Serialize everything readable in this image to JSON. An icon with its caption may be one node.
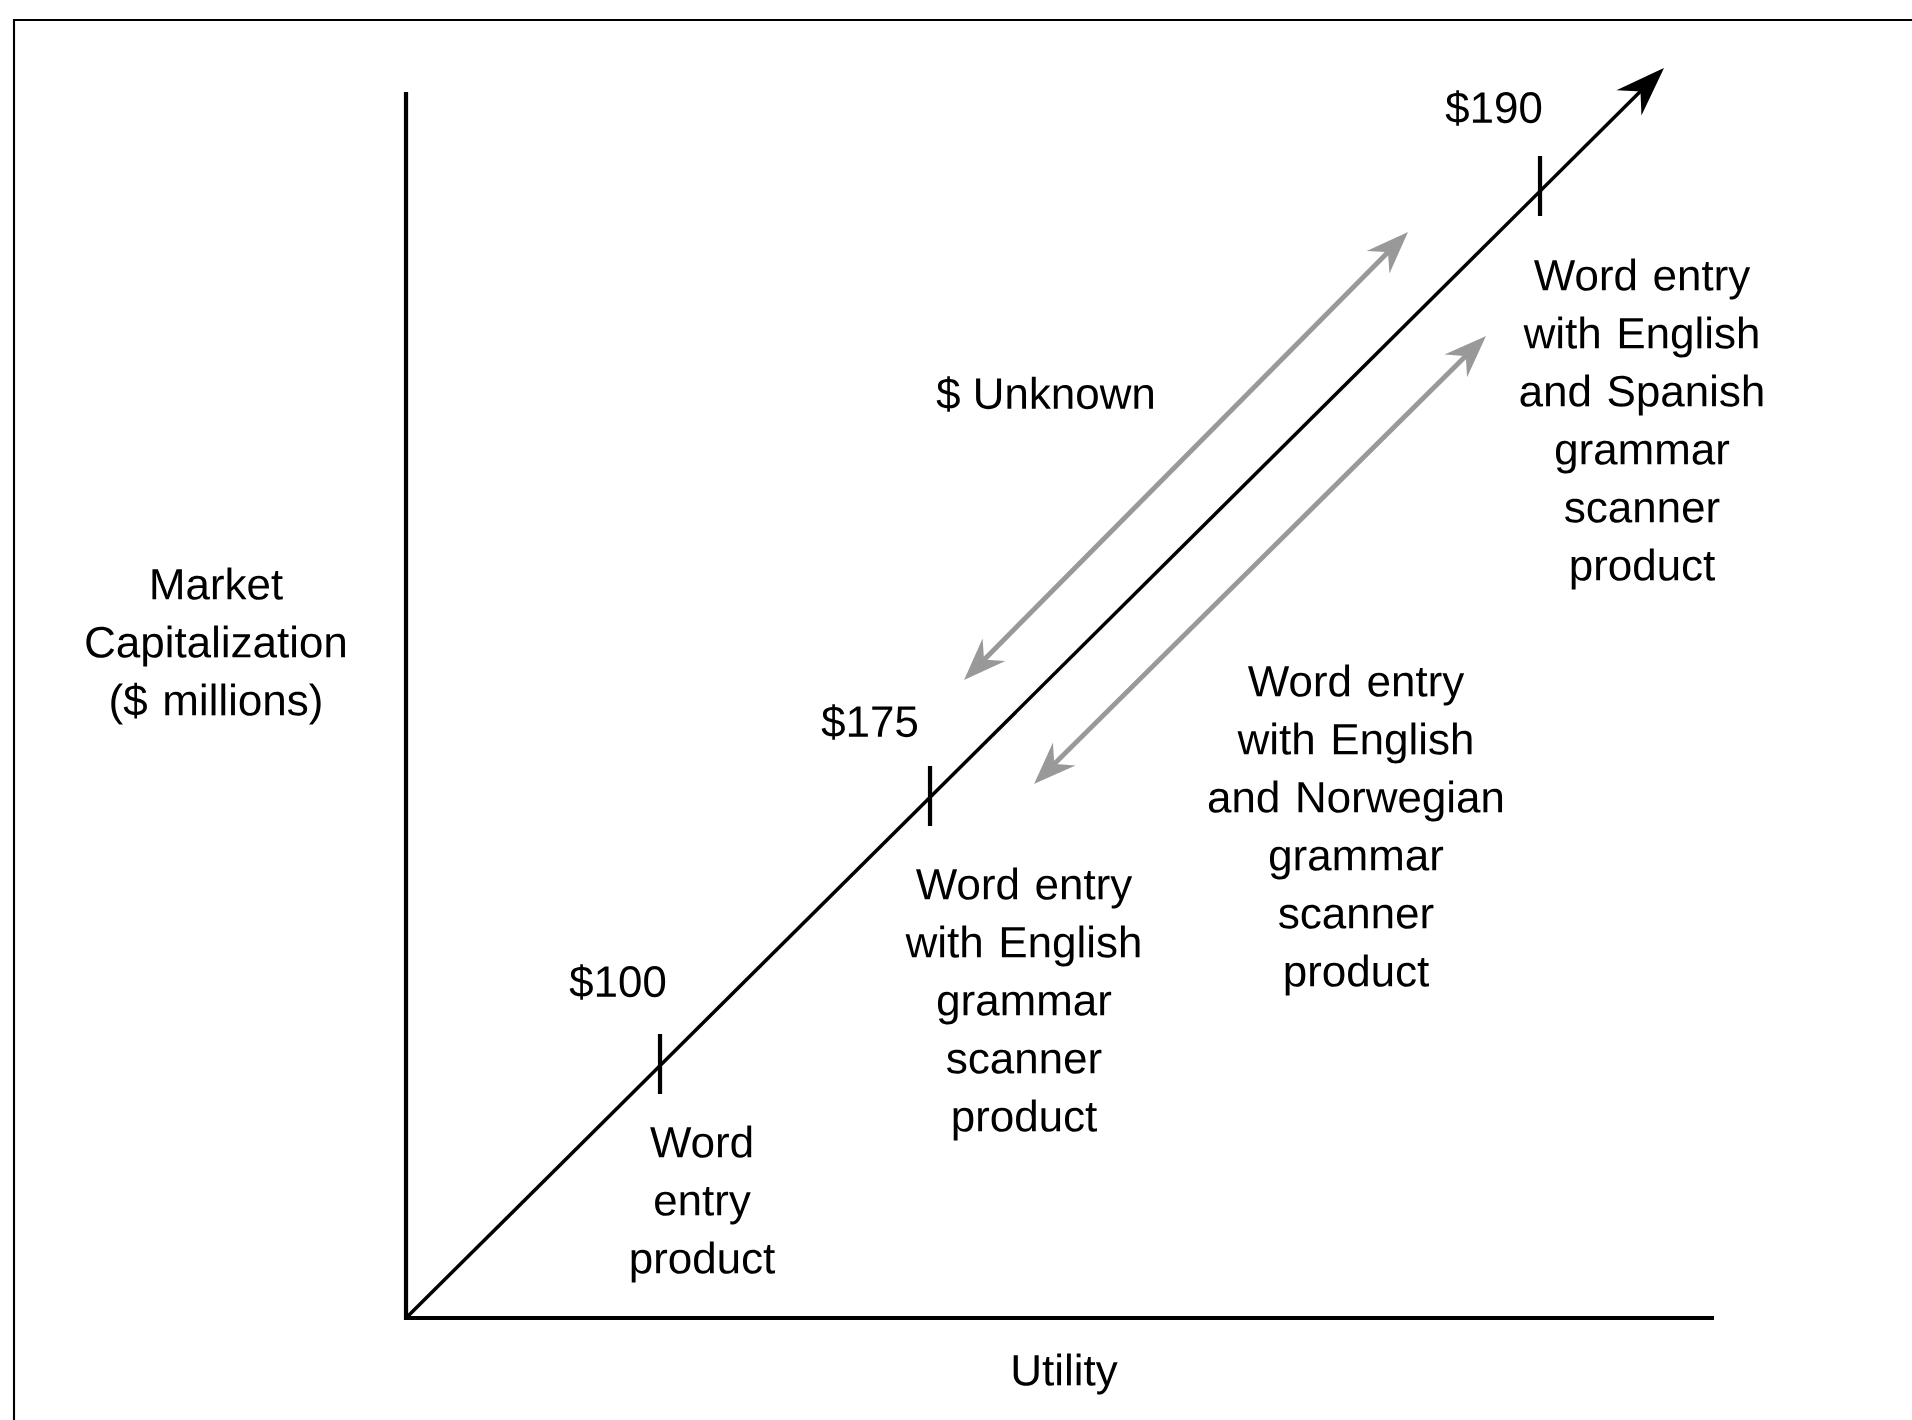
{
  "diagram": {
    "nodes": [
      {
        "text": [
          "Word entry product"
        ],
        "beside": [
          "$100"
        ]
      },
      {
        "text": [
          "Word entry with English grammar scanner product"
        ],
        "beside": [
          "$175"
        ]
      },
      {
        "text": [
          "Word entry with English and Spanish grammar scanner product"
        ],
        "beside": [
          "$190"
        ]
      }
    ],
    "edges": [
      {
        "from": 1,
        "to": 2,
        "arrow": "both",
        "label": "$ Unknown",
        "color": "#999999"
      },
      {
        "from": 1,
        "to": 2,
        "arrow": "both",
        "color": "#999999"
      }
    ],
    "labels": [
      "Market Capitalization ($ millions)",
      "Word entry with English and Norwegian grammar scanner product",
      "Utility"
    ]
  }
}
